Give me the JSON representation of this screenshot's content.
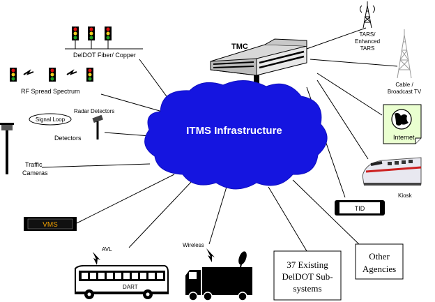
{
  "center": {
    "label": "ITMS Infrastructure"
  },
  "nodes": {
    "tmc": "TMC",
    "fiber": "DelDOT Fiber/ Copper",
    "rf": "RF Spread Spectrum",
    "signal_loop": "Signal Loop",
    "radar": "Radar Detectors",
    "detectors": "Detectors",
    "traffic_cameras_1": "Traffic",
    "traffic_cameras_2": "Cameras",
    "vms": "VMS",
    "avl": "AVL",
    "dart": "DART",
    "wireless": "Wireless",
    "tars_1": "TARS/",
    "tars_2": "Enhanced",
    "tars_3": "TARS",
    "cable_1": "Cable /",
    "cable_2": "Broadcast TV",
    "internet": "Internet",
    "kiosk": "Kiosk",
    "tid": "TID",
    "subsystems_1": "37 Existing",
    "subsystems_2": "DelDOT Sub-",
    "subsystems_3": "systems",
    "agencies_1": "Other",
    "agencies_2": "Agencies"
  },
  "colors": {
    "line": "#000000",
    "cloud_fill": "#1515e0",
    "cloud_text": "#ffffff",
    "signal_red": "#e01010",
    "signal_yellow": "#f0d020",
    "signal_green": "#20a020",
    "vms_text": "#f0a000",
    "globe_paper": "#eaffd0",
    "train_stripe": "#cc2020",
    "train_body": "#e8e8f0"
  },
  "icons": [
    "traffic-signal-icon",
    "lightning-bolt-icon",
    "building-icon",
    "radio-tower-icon",
    "globe-icon",
    "train-icon",
    "bus-icon",
    "truck-icon",
    "satellite-dish-icon",
    "camera-icon",
    "radar-detector-icon"
  ]
}
